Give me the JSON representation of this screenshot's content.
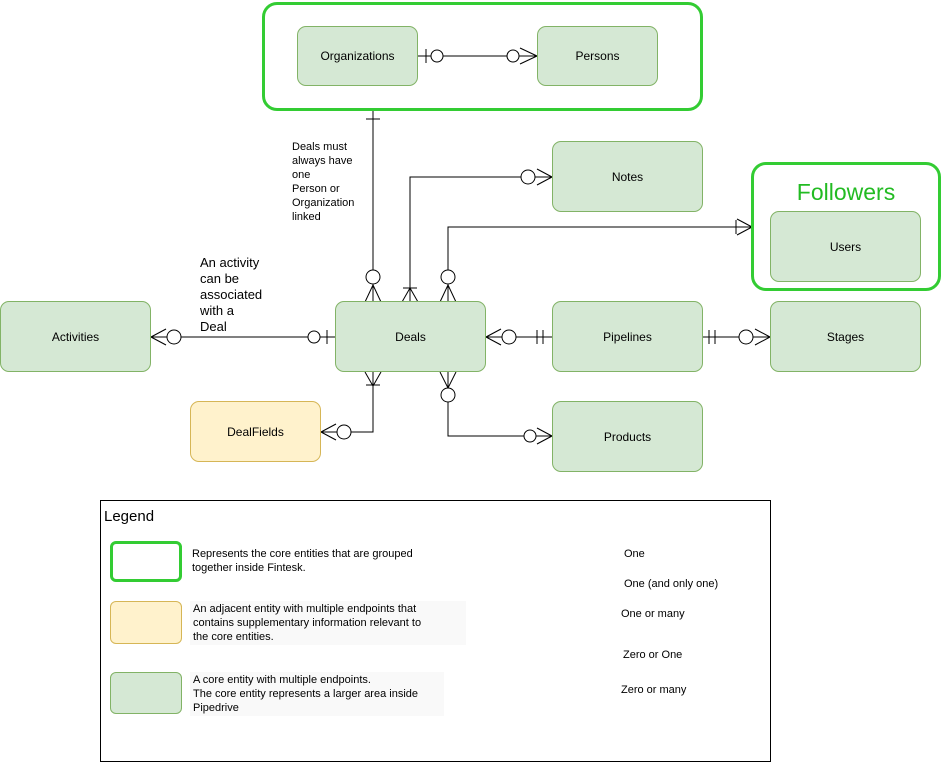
{
  "groups": {
    "core": {},
    "followers": {
      "title": "Followers"
    }
  },
  "entities": {
    "organizations": "Organizations",
    "persons": "Persons",
    "notes": "Notes",
    "users": "Users",
    "activities": "Activities",
    "deals": "Deals",
    "pipelines": "Pipelines",
    "stages": "Stages",
    "dealfields": "DealFields",
    "products": "Products"
  },
  "notes": {
    "deals_must": "Deals must\nalways have\none\nPerson or\nOrganization\nlinked",
    "activity": "An activity\ncan be\nassociated\nwith a\nDeal"
  },
  "legend": {
    "title": "Legend",
    "items": [
      {
        "swatch": "green-outline",
        "text": "Represents the core entities that are grouped\ntogether inside Fintesk."
      },
      {
        "swatch": "yellow",
        "text": "An adjacent entity with multiple endpoints that\ncontains supplementary information relevant to\nthe core entities."
      },
      {
        "swatch": "green",
        "text": "A core entity with multiple endpoints.\nThe core entity represents a larger area inside\nPipedrive"
      }
    ],
    "notation": [
      {
        "symbol": "one",
        "label": "One"
      },
      {
        "symbol": "one-and-only-one",
        "label": "One (and only one)"
      },
      {
        "symbol": "one-or-many",
        "label": "One or many"
      },
      {
        "symbol": "zero-or-one",
        "label": "Zero or One"
      },
      {
        "symbol": "zero-or-many",
        "label": "Zero or many"
      }
    ]
  },
  "colors": {
    "group_border": "#33cc33",
    "entity_fill": "#d5e8d4",
    "entity_border": "#82b366",
    "adjacent_fill": "#fff2cc",
    "adjacent_border": "#d6b656"
  }
}
